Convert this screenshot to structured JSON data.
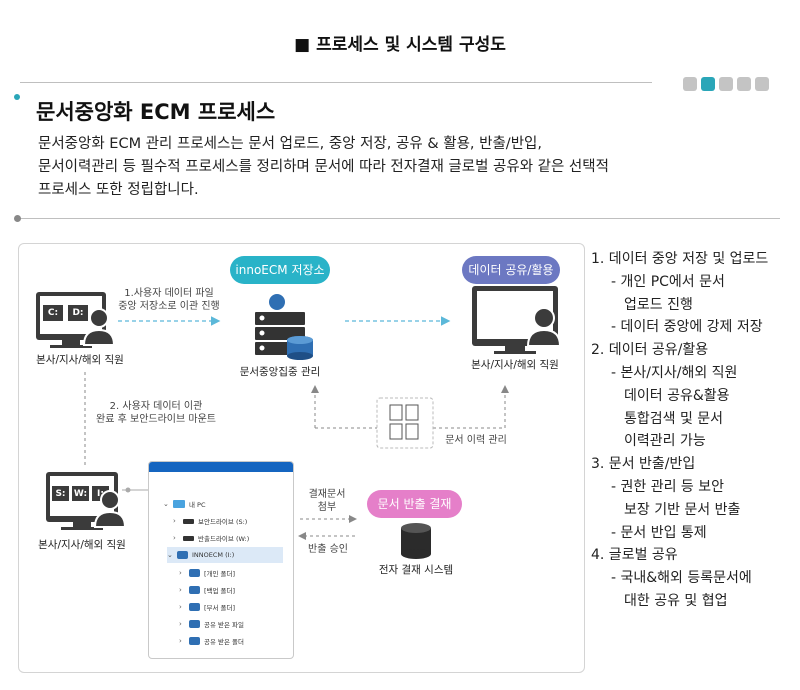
{
  "page_title": "■ 프로세스 및 시스템 구성도",
  "section_title": "문서중앙화 ECM 프로세스",
  "description": [
    "문서중앙화 ECM 관리 프로세스는 문서 업로드, 중앙 저장, 공유 & 활용, 반출/반입,",
    "문서이력관리 등 필수적 프로세스를 정리하며 문서에 따라 전자결재 글로벌 공유와 같은 선택적",
    "프로세스 또한 정립합니다."
  ],
  "colors": {
    "accent": "#2aa6b8",
    "storage_pill": "#29b3c8",
    "share_pill": "#6c78c2",
    "export_pill": "#e57fc9",
    "arrow": "#5bb8d9"
  },
  "pagination": {
    "count": 5,
    "active_index": 1
  },
  "diagram": {
    "storage_badge": "innoECM 저장소",
    "share_badge": "데이터 공유/활용",
    "export_badge": "문서 반출 결재",
    "pc1_drives": [
      "C:",
      "D:"
    ],
    "pc1_label": "본사/지사/해외 직원",
    "share_label": "본사/지사/해외 직원",
    "pc2_drives": [
      "S:",
      "W:",
      "I:"
    ],
    "pc2_label": "본사/지사/해외 직원",
    "arrow1_note": [
      "1.사용자 데이터 파일",
      "중앙 저장소로 이관 진행"
    ],
    "arrow2_note": [
      "2. 사용자 데이터 이관",
      "완료 후 보안드라이브 마운트"
    ],
    "server_label": "문서중앙집중 관리",
    "history_label": "문서 이력 관리",
    "approval_send": [
      "결재문서",
      "첨부"
    ],
    "approval_return": "반출 승인",
    "approval_system": "전자 결재 시스템",
    "explorer": [
      "내 PC",
      "보안드라이브 (S:)",
      "반출드라이브 (W:)",
      "INNOECM (I:)",
      "[개인 폴더]",
      "[백업 폴더]",
      "[부서 폴더]",
      "공유 받은 파일",
      "공유 받은 폴더"
    ]
  },
  "list": [
    {
      "level": 0,
      "text": "1. 데이터 중앙 저장 및 업로드"
    },
    {
      "level": 1,
      "text": "- 개인 PC에서 문서"
    },
    {
      "level": 2,
      "text": "업로드 진행"
    },
    {
      "level": 1,
      "text": "- 데이터 중앙에 강제 저장"
    },
    {
      "level": 0,
      "text": "2. 데이터 공유/활용"
    },
    {
      "level": 1,
      "text": "- 본사/지사/해외 직원"
    },
    {
      "level": 2,
      "text": "데이터 공유&활용"
    },
    {
      "level": 2,
      "text": "통합검색 및 문서"
    },
    {
      "level": 2,
      "text": "이력관리 가능"
    },
    {
      "level": 0,
      "text": "3. 문서 반출/반입"
    },
    {
      "level": 1,
      "text": "- 권한 관리 등 보안"
    },
    {
      "level": 2,
      "text": "보장 기반 문서 반출"
    },
    {
      "level": 1,
      "text": "- 문서 반입 통제"
    },
    {
      "level": 0,
      "text": "4. 글로벌 공유"
    },
    {
      "level": 1,
      "text": "- 국내&해외 등록문서에"
    },
    {
      "level": 2,
      "text": "대한 공유 및 협업"
    }
  ]
}
